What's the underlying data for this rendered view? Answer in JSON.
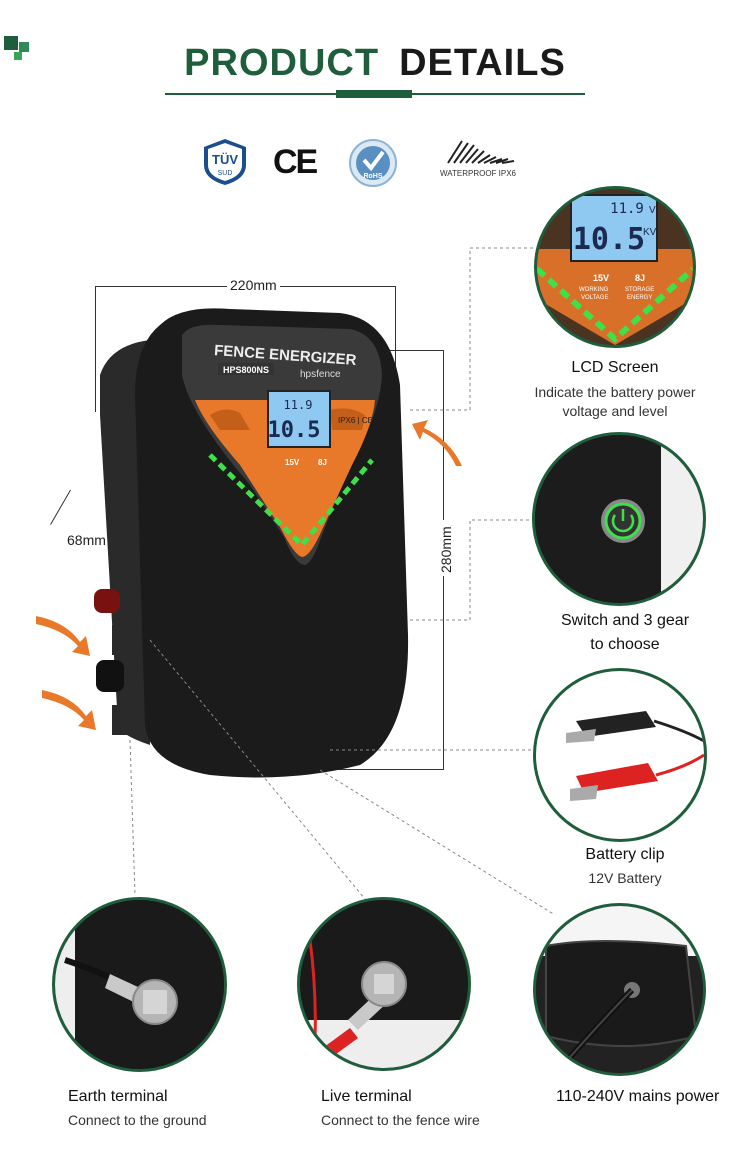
{
  "header": {
    "title_part1": "PRODUCT",
    "title_part2": "DETAILS"
  },
  "certifications": [
    {
      "name": "tuv-sud-icon",
      "label": "TÜV",
      "sublabel": "SUD"
    },
    {
      "name": "ce-icon",
      "label": "CE"
    },
    {
      "name": "rohs-icon",
      "label": "RoHS"
    },
    {
      "name": "waterproof-icon",
      "label": "WATERPROOF IPX6"
    }
  ],
  "dimensions": {
    "width": "220mm",
    "height": "280mm",
    "depth": "68mm"
  },
  "device": {
    "brand_line": "FENCE ENERGIZER",
    "model": "HPS800NS",
    "logo": "hpsfence",
    "lcd_top": "11.9",
    "lcd_top_unit": "V",
    "lcd_main": "10.5",
    "lcd_main_unit": "KV",
    "ip_label": "IPX6 | CE",
    "spec1_value": "15V",
    "spec1_label": "WORKING VOLTAGE",
    "spec2_value": "8J",
    "spec2_label": "STORAGE ENERGY"
  },
  "features": {
    "lcd": {
      "title": "LCD Screen",
      "line1": "Indicate the battery power",
      "line2": "voltage and level"
    },
    "switch": {
      "title_line1": "Switch and 3 gear",
      "title_line2": "to choose"
    },
    "battery": {
      "title": "Battery clip",
      "sub": "12V Battery"
    },
    "earth": {
      "title": "Earth terminal",
      "sub": "Connect to the ground"
    },
    "live": {
      "title": "Live terminal",
      "sub": "Connect to the fence wire"
    },
    "mains": {
      "title": "110-240V mains power"
    }
  },
  "colors": {
    "brand_green": "#1f5e3c",
    "accent_orange": "#e8792a",
    "led_green": "#3fe04a"
  }
}
